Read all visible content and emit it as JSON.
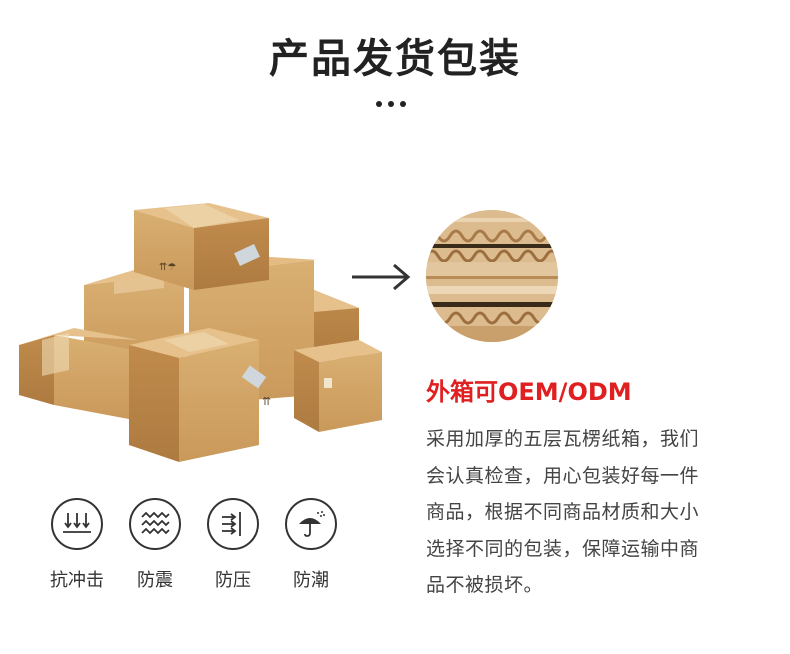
{
  "header": {
    "title": "产品发货包装"
  },
  "packaging": {
    "subtitle": "外箱可OEM/ODM",
    "description_lines": [
      "采用加厚的五层瓦楞纸箱，我们",
      "会认真检查，用心包装好每一件",
      "商品，根据不同商品材质和大小",
      "选择不同的包装，保障运输中商",
      "品不被损坏。"
    ]
  },
  "features": [
    {
      "label": "抗冲击",
      "icon": "impact-resistant-icon"
    },
    {
      "label": "防震",
      "icon": "shockproof-icon"
    },
    {
      "label": "防压",
      "icon": "pressure-proof-icon"
    },
    {
      "label": "防潮",
      "icon": "moisture-proof-icon"
    }
  ],
  "colors": {
    "accent": "#e02020",
    "title": "#222222",
    "cardboard": "#d2a66a"
  }
}
